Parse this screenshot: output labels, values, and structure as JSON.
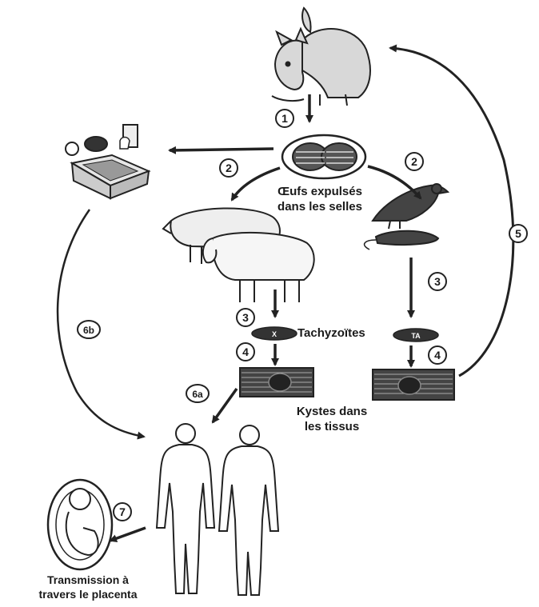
{
  "labels": {
    "eggs": [
      "Œufs expulsés",
      "dans les selles"
    ],
    "tachyzoites": "Tachyzoïtes",
    "kystes": [
      "Kystes dans",
      "les tissus"
    ],
    "transmission": [
      "Transmission à",
      "travers le placenta"
    ],
    "tachy_left_badge": "X",
    "tachy_right_badge": "TA"
  },
  "steps": {
    "s1": "1",
    "s2_left": "2",
    "s2_right": "2",
    "s3_left": "3",
    "s3_right": "3",
    "s4_left": "4",
    "s4_right": "4",
    "s5": "5",
    "s6a": "6a",
    "s6b": "6b",
    "s7": "7"
  }
}
